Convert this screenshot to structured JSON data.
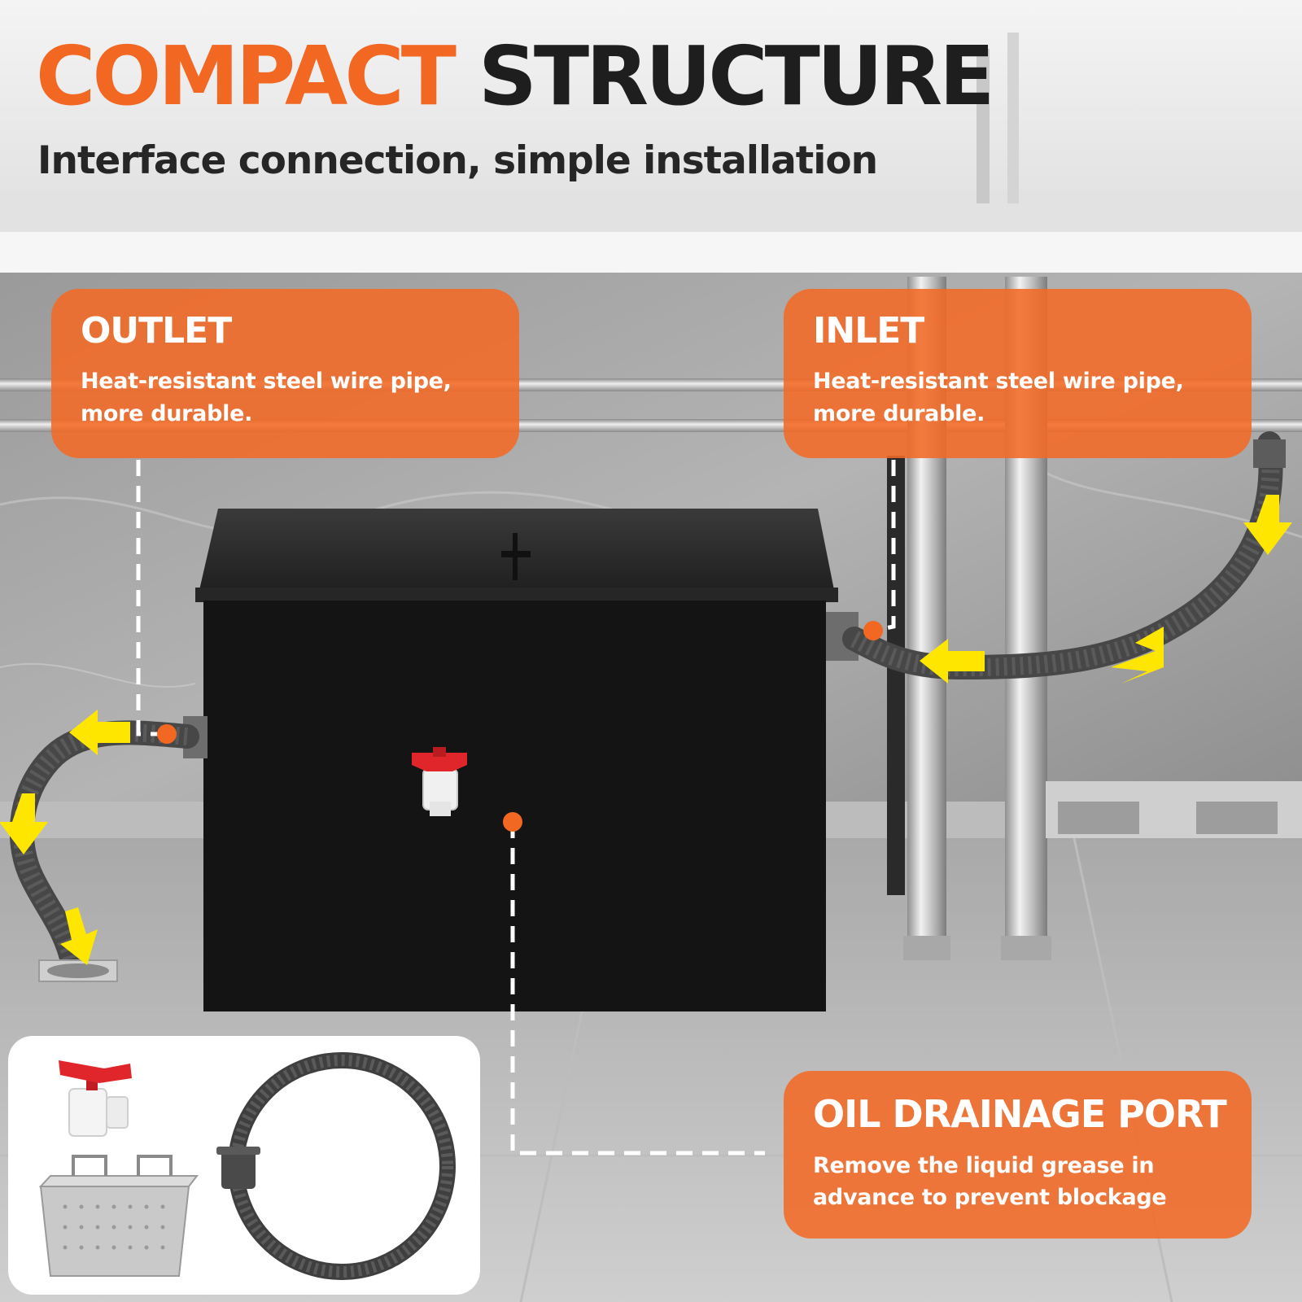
{
  "headline": {
    "accent": "COMPACT",
    "rest": "STRUCTURE"
  },
  "subtitle": "Interface connection, simple installation",
  "callouts": {
    "outlet": {
      "title": "OUTLET",
      "desc_line1": "Heat-resistant steel wire pipe,",
      "desc_line2": "more durable."
    },
    "inlet": {
      "title": "INLET",
      "desc_line1": "Heat-resistant steel wire pipe,",
      "desc_line2": "more durable."
    },
    "drain": {
      "title": "OIL DRAINAGE PORT",
      "desc_line1": "Remove the liquid grease in",
      "desc_line2": "advance to prevent blockage"
    }
  },
  "colors": {
    "accent": "#f26722",
    "dark_text": "#1e1e1e",
    "callout_bg": "#f46a26",
    "arrow": "#ffe600",
    "tank": "#141414",
    "valve_handle": "#e0262b"
  },
  "icons": [
    "ball-valve-icon",
    "strainer-basket-icon",
    "drain-hose-icon",
    "floor-drain-icon",
    "flow-arrow-icon"
  ]
}
